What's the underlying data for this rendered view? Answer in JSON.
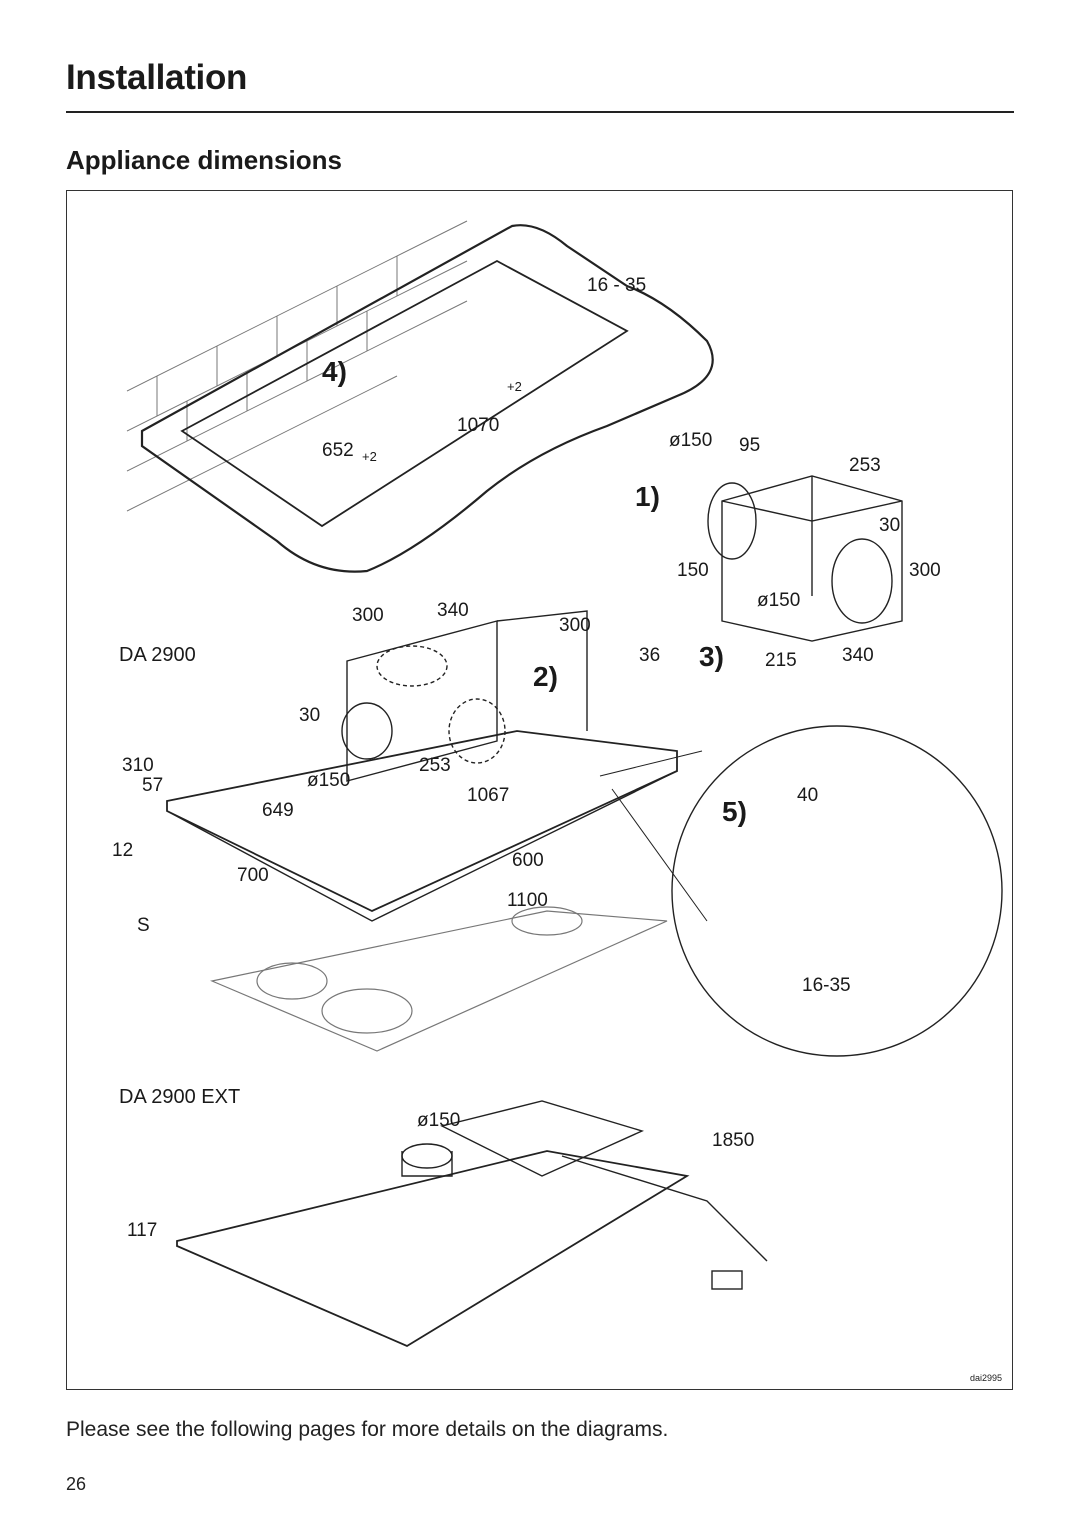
{
  "section_title": "Installation",
  "subsection_title": "Appliance dimensions",
  "figure": {
    "models": {
      "da2900": "DA 2900",
      "da2900ext": "DA 2900 EXT"
    },
    "steps": {
      "s1": "1)",
      "s2": "2)",
      "s3": "3)",
      "s4": "4)",
      "s5": "5)"
    },
    "dims": {
      "frame_gap": "16 - 35",
      "frame_width": "1070",
      "frame_width_tol": "+2",
      "frame_depth": "652",
      "frame_depth_tol": "+2",
      "fan_dia_top": "ø150",
      "fan_95": "95",
      "fan_253": "253",
      "fan_30": "30",
      "fan_150": "150",
      "fan_dia_side": "ø150",
      "fan_300": "300",
      "fan_215": "215",
      "fan_340": "340",
      "hood_300a": "300",
      "hood_340": "340",
      "hood_300b": "300",
      "hood_36": "36",
      "hood_30": "30",
      "hood_310": "310",
      "hood_57": "57",
      "hood_12": "12",
      "hood_dia": "ø150",
      "hood_253": "253",
      "hood_649": "649",
      "hood_1067": "1067",
      "hood_600": "600",
      "hood_700": "700",
      "hood_1100": "1100",
      "hood_s": "S",
      "detail_40": "40",
      "detail_gap": "16-35",
      "ext_dia": "ø150",
      "ext_1850": "1850",
      "ext_117": "117"
    },
    "figure_code": "dai2995"
  },
  "caption": "Please see the following pages for more details on the diagrams.",
  "page_number": "26"
}
